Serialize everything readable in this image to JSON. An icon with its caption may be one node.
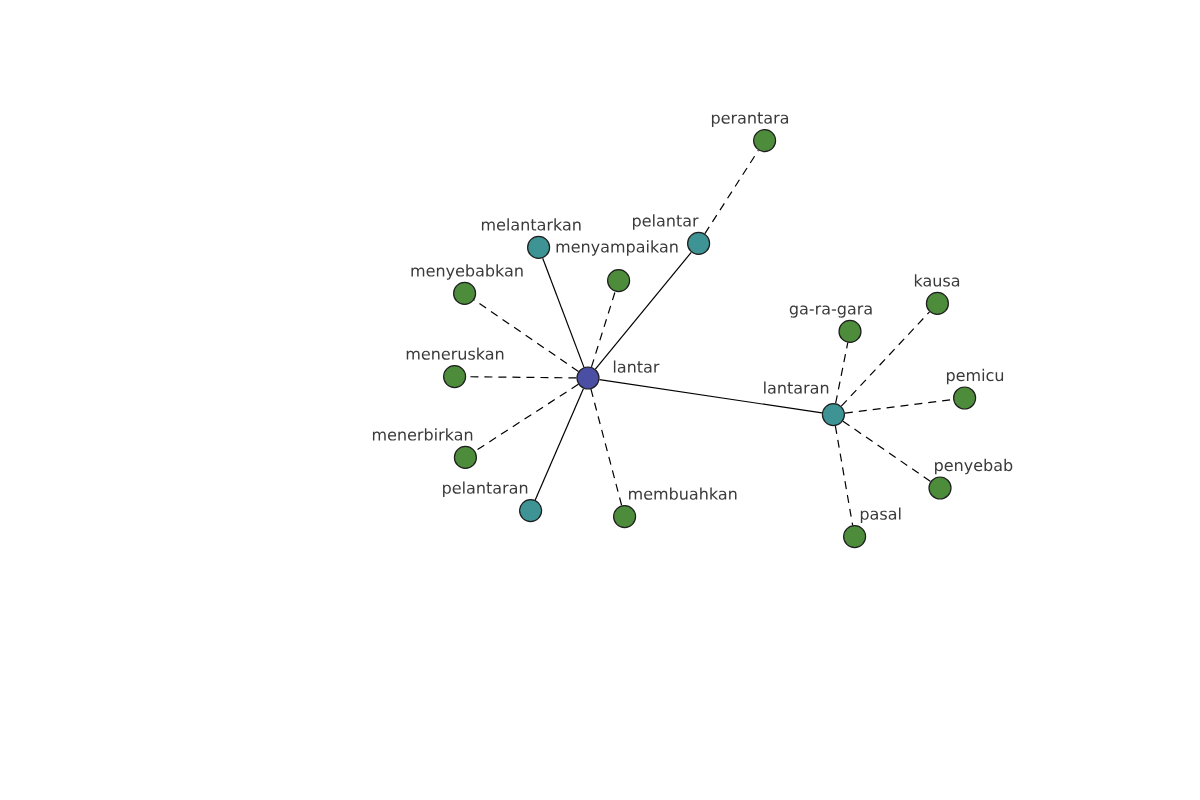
{
  "diagram": {
    "nodes": [
      {
        "text": [
          "perantara"
        ]
      },
      {
        "text": [
          "melantarkan"
        ]
      },
      {
        "text": [
          "pelantar"
        ]
      },
      {
        "text": [
          "menyampaikan"
        ]
      },
      {
        "text": [
          "menyebabkan"
        ]
      },
      {
        "text": [
          "kausa"
        ]
      },
      {
        "text": [
          "ga-ra-gara"
        ]
      },
      {
        "text": [
          "meneruskan"
        ]
      },
      {
        "text": [
          "lantar"
        ]
      },
      {
        "text": [
          "pemicu"
        ]
      },
      {
        "text": [
          "lantaran"
        ]
      },
      {
        "text": [
          "menerbirkan"
        ]
      },
      {
        "text": [
          "penyebab"
        ]
      },
      {
        "text": [
          "pelantaran"
        ]
      },
      {
        "text": [
          "membuahkan"
        ]
      },
      {
        "text": [
          "pasal"
        ]
      }
    ],
    "edges": [
      {
        "from": 8,
        "to": 1,
        "arrow": "none"
      },
      {
        "from": 8,
        "to": 2,
        "arrow": "none"
      },
      {
        "from": 2,
        "to": 0,
        "arrow": "none",
        "style": "dashed"
      },
      {
        "from": 8,
        "to": 3,
        "arrow": "none",
        "style": "dashed"
      },
      {
        "from": 8,
        "to": 4,
        "arrow": "none",
        "style": "dashed"
      },
      {
        "from": 8,
        "to": 7,
        "arrow": "none",
        "style": "dashed"
      },
      {
        "from": 8,
        "to": 11,
        "arrow": "none",
        "style": "dashed"
      },
      {
        "from": 8,
        "to": 13,
        "arrow": "none"
      },
      {
        "from": 8,
        "to": 14,
        "arrow": "none",
        "style": "dashed"
      },
      {
        "from": 8,
        "to": 10,
        "arrow": "none"
      },
      {
        "from": 10,
        "to": 6,
        "arrow": "none",
        "style": "dashed"
      },
      {
        "from": 10,
        "to": 5,
        "arrow": "none",
        "style": "dashed"
      },
      {
        "from": 10,
        "to": 9,
        "arrow": "none",
        "style": "dashed"
      },
      {
        "from": 10,
        "to": 12,
        "arrow": "none",
        "style": "dashed"
      },
      {
        "from": 10,
        "to": 15,
        "arrow": "none",
        "style": "dashed"
      }
    ]
  }
}
